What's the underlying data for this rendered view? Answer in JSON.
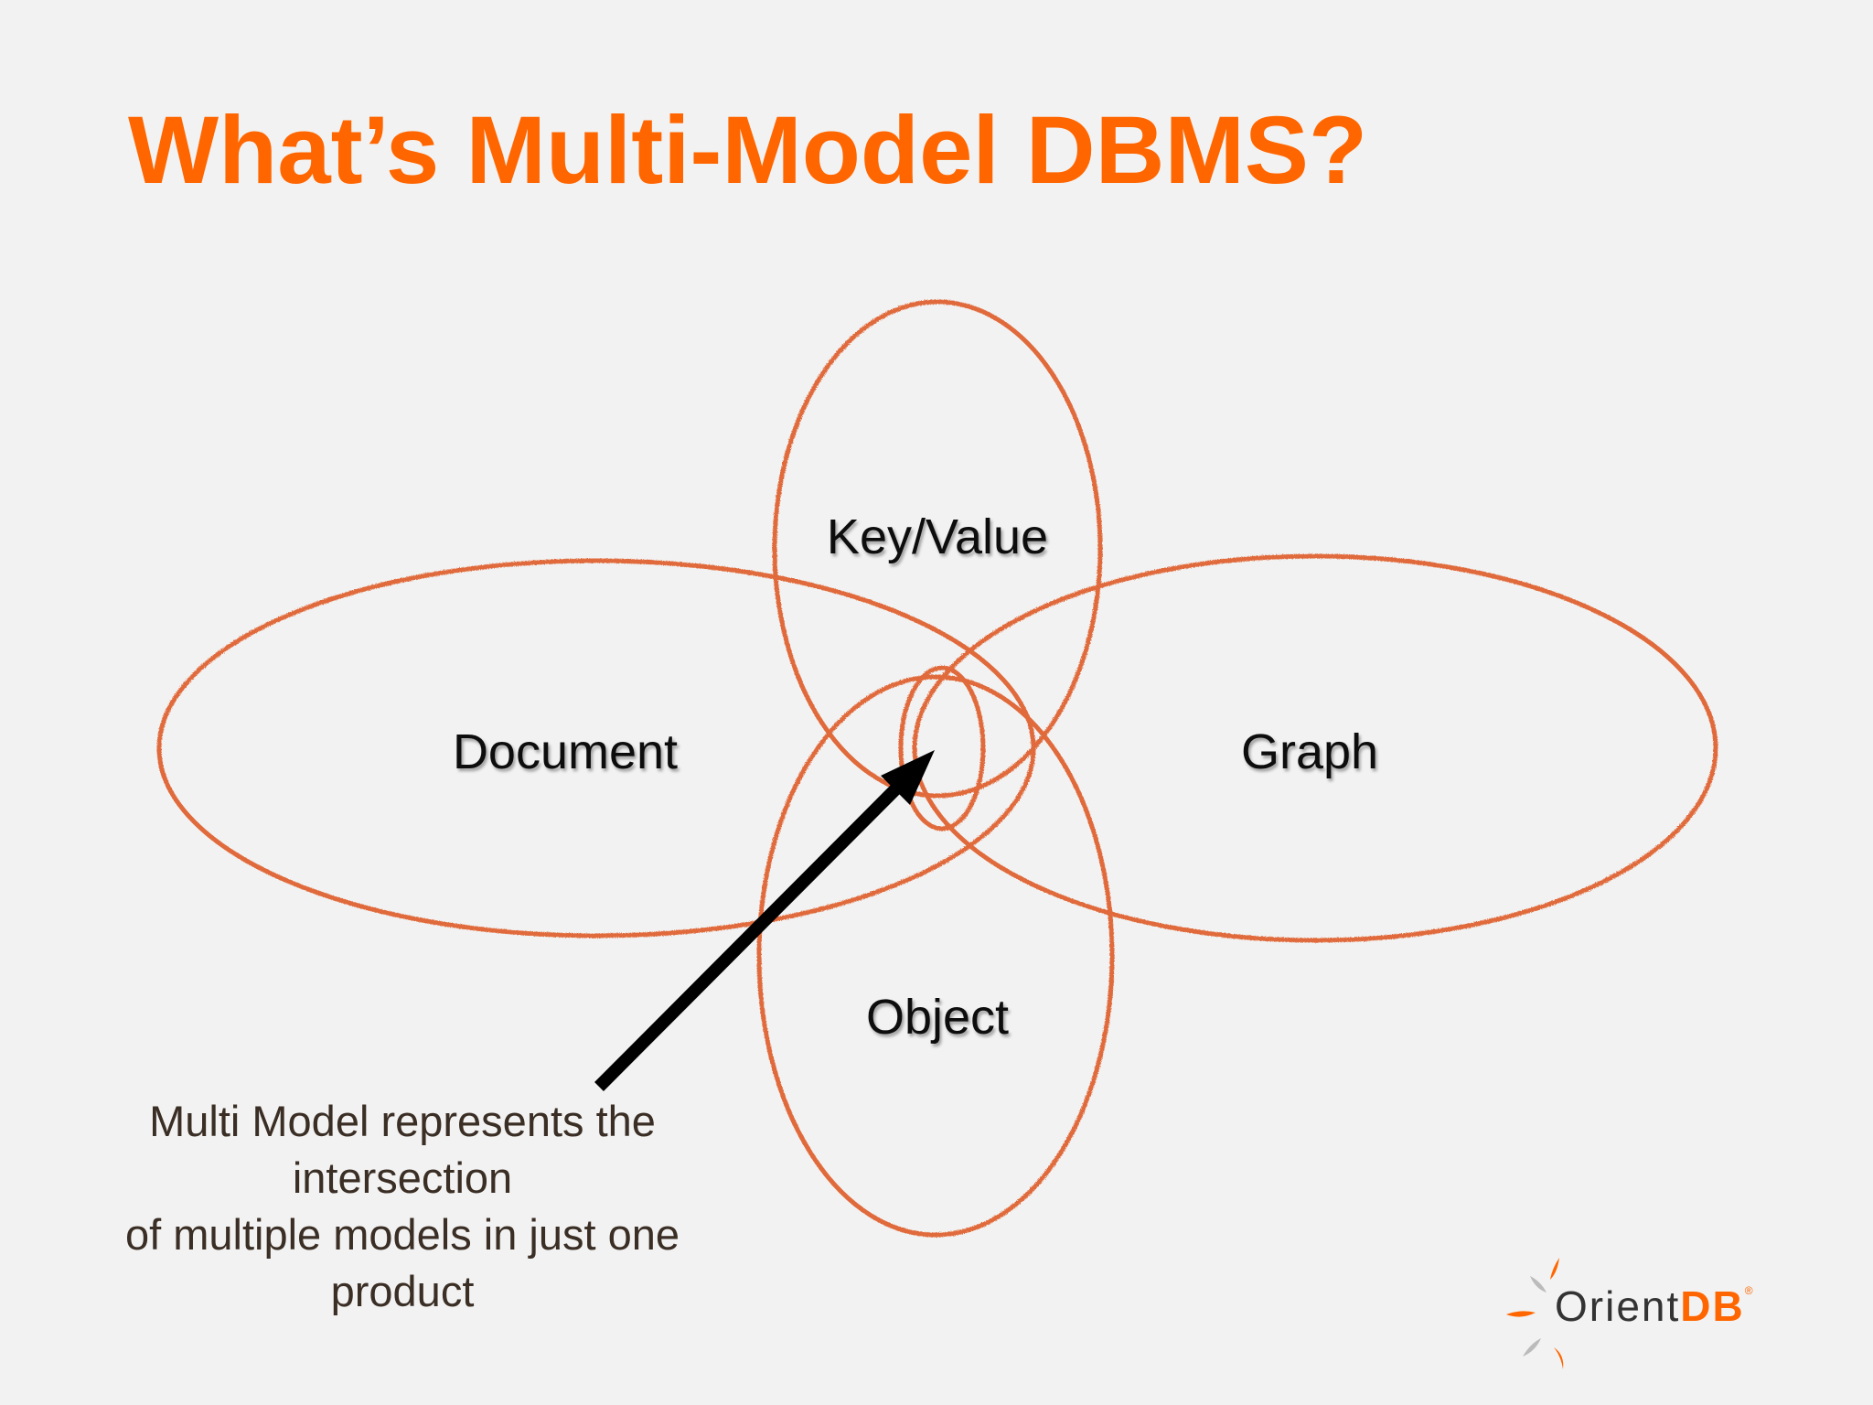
{
  "title": "What’s Multi-Model DBMS?",
  "diagram": {
    "models": [
      {
        "id": "key-value",
        "label": "Key/Value"
      },
      {
        "id": "document",
        "label": "Document"
      },
      {
        "id": "graph",
        "label": "Graph"
      },
      {
        "id": "object",
        "label": "Object"
      }
    ],
    "ellipse_color": "#e06a3a",
    "arrow_color": "#000000"
  },
  "caption": {
    "lines": [
      "Multi Model represents the",
      "intersection",
      "of multiple models in just one",
      "product"
    ]
  },
  "logo": {
    "orient": "Orient",
    "db": "DB",
    "reg": "®",
    "brand_color": "#ff6600"
  }
}
